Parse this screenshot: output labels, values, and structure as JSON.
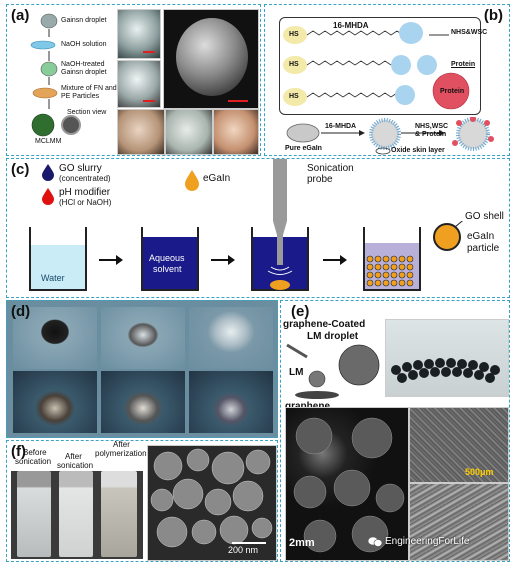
{
  "panels": {
    "a": {
      "label": "(a)",
      "steps": [
        "Gainsn droplet",
        "NaOH solution",
        "NaOH-treated Gainsn droplet",
        "Mixture of FN and PE Particles",
        "Section view",
        "MCLMM"
      ]
    },
    "b": {
      "label": "(b)",
      "hs": [
        "HS",
        "HS",
        "HS"
      ],
      "molecule": "16-MHDA",
      "coupling": "NHS&WSC",
      "protein_label": "Protein",
      "protein_blob": "Protein",
      "bottom": {
        "pure": "Pure eGaIn",
        "mhda": "16-MHDA",
        "nhs": "NHS,WSC & Protein",
        "oxide": "Oxide skin layer"
      }
    },
    "c": {
      "label": "(c)",
      "go_slurry": "GO slurry",
      "go_slurry_sub": "(concentrated)",
      "ph_modifier": "pH modifier",
      "ph_modifier_sub": "(HCl or NaOH)",
      "egain": "eGaIn",
      "sonication": "Sonication probe",
      "water": "Water",
      "aqueous_1": "Aqueous",
      "aqueous_2": "solvent",
      "go_shell": "GO shell",
      "egain_particle_1": "eGaIn",
      "egain_particle_2": "particle"
    },
    "d": {
      "label": "(d)"
    },
    "e": {
      "label": "(e)",
      "title_1": "graphene-Coated",
      "title_2": "LM droplet",
      "lm": "LM",
      "graphene": "graphene",
      "scale_1": "2mm",
      "scale_2": "500μm",
      "watermark": "EngineeringForLife"
    },
    "f": {
      "label": "(f)",
      "before_1": "Before",
      "before_2": "sonication",
      "after_1": "After",
      "after_2": "sonication",
      "poly_1": "After",
      "poly_2": "polymerization",
      "scale": "200 nm"
    }
  },
  "colors": {
    "frame": "#3aa3c4",
    "water": "#c9ecf7",
    "aqueous": "#1a1a8a",
    "particles": "#f0a020",
    "sonication_bath": "#b8b0d8",
    "go_shell": "#222222",
    "egain": "#f0a020",
    "protein": "#e05060",
    "molecule_blob": "#a9d4ef"
  }
}
